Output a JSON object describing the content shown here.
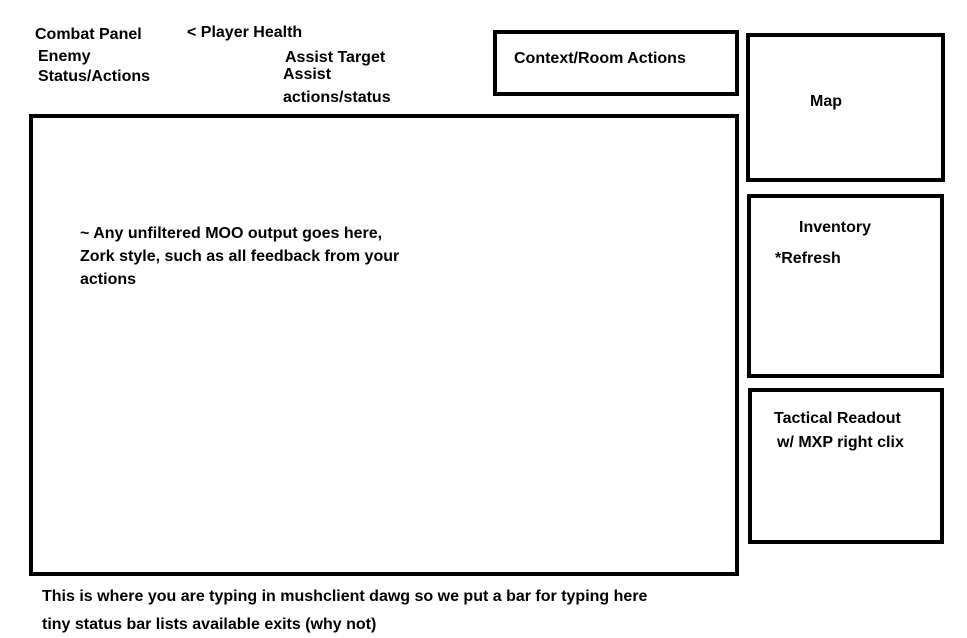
{
  "combat_panel": {
    "title": "Combat Panel",
    "player_health": "< Player Health",
    "enemy_line1": "Enemy",
    "enemy_line2": "Status/Actions",
    "assist_line1": "Assist Target",
    "assist_line2": "Assist",
    "assist_line3": "actions/status"
  },
  "context_actions": {
    "label": "Context/Room Actions"
  },
  "map": {
    "label": "Map"
  },
  "output_area": {
    "line1": "~ Any unfiltered MOO output goes here,",
    "line2": "Zork style, such as all feedback from your",
    "line3": "actions"
  },
  "inventory": {
    "label": "Inventory",
    "refresh": "*Refresh"
  },
  "tactical_readout": {
    "line1": "Tactical Readout",
    "line2": "w/ MXP right clix"
  },
  "footer": {
    "input_note": "This is where you are typing in mushclient dawg so we put a bar for typing here",
    "status_note": "tiny status bar lists available exits (why not)"
  }
}
